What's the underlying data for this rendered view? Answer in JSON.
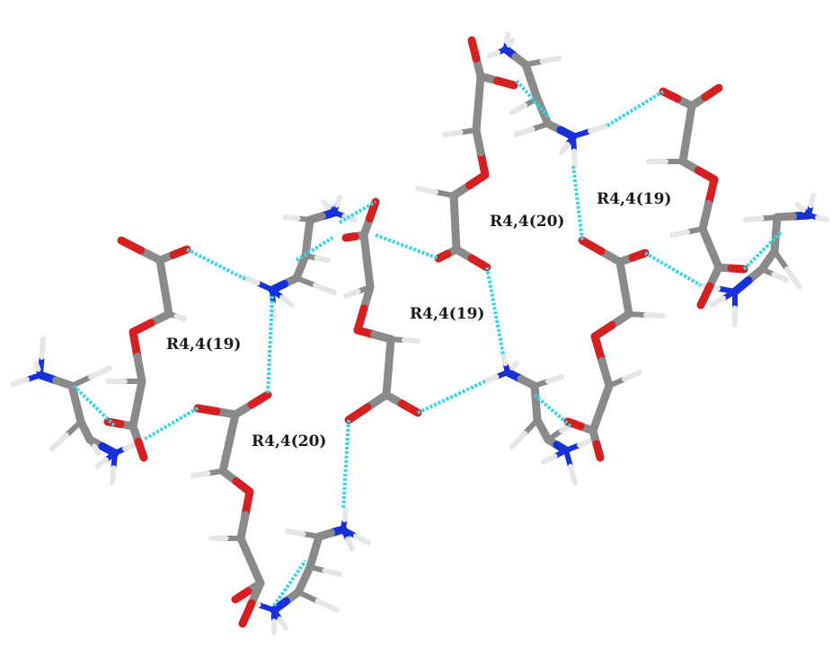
{
  "ring_labels": [
    "R4,4(19)",
    "R4,4(20)",
    "R4,4(19)",
    "R4,4(19)",
    "R4,4(20)"
  ],
  "colors": {
    "carbon": "#8a8a8a",
    "oxygen": "#d42020",
    "nitrogen": "#1830d8",
    "hydrogen": "#e6e6e6",
    "hbond": "#35d4e6",
    "background": "#ffffff"
  }
}
